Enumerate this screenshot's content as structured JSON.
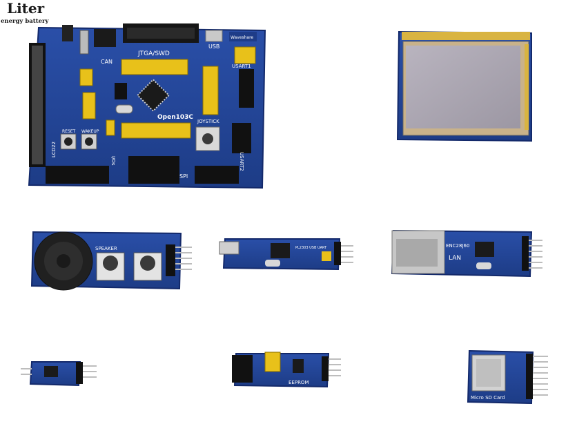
{
  "watermark": {
    "line1": "Liter",
    "line2": "energy battery"
  },
  "main_board": {
    "name": "Open103C",
    "labels": {
      "jtag": "JTGA/SWD",
      "can": "CAN",
      "usb": "USB",
      "joystick": "JOYSTICK",
      "reset": "RESET",
      "wakeup": "WAKEUP",
      "spi": "SPI",
      "lcd": "LCD22",
      "usart1": "USART1",
      "usart2": "USART2",
      "ios": "I/Os",
      "brand": "Waveshare"
    }
  },
  "lcd_module": {},
  "modules": {
    "speaker": {
      "label": "SPEAKER"
    },
    "usb_uart": {
      "label": "PL2303 USB UART"
    },
    "ethernet": {
      "label": "ENC28J60",
      "label2": "LAN"
    },
    "small": {},
    "eeprom": {
      "label": "EEPROM"
    },
    "microsd": {
      "label": "Micro SD Card"
    }
  }
}
